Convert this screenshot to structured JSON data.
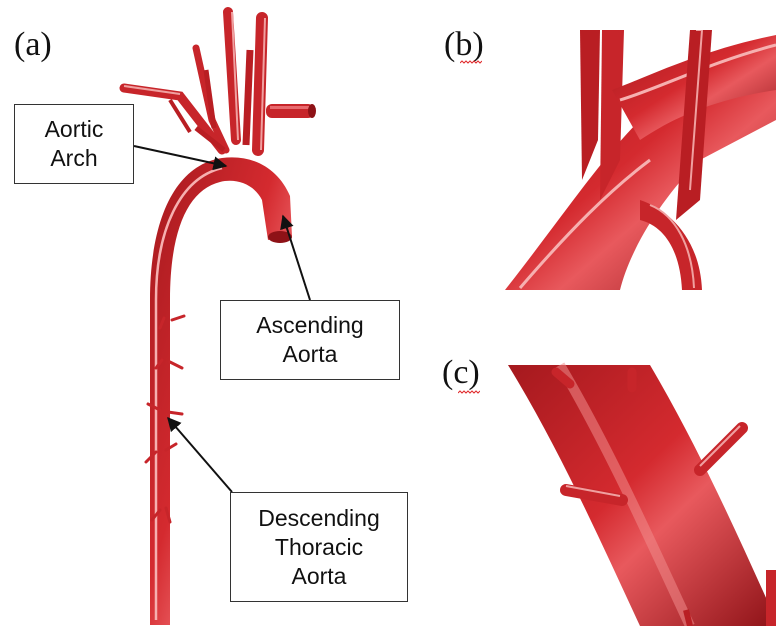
{
  "panels": {
    "a": "(a)",
    "b": "(b)",
    "c": "(c)"
  },
  "callouts": {
    "aortic_arch": [
      "Aortic",
      "Arch"
    ],
    "ascending_aorta": [
      "Ascending",
      "Aorta"
    ],
    "descending_aorta": [
      "Descending",
      "Thoracic",
      "Aorta"
    ]
  },
  "colors": {
    "vessel": "#d42a2f",
    "vessel_dark": "#8e1217",
    "vessel_light": "#f08a8a",
    "spellcheck": "#e0282a"
  }
}
